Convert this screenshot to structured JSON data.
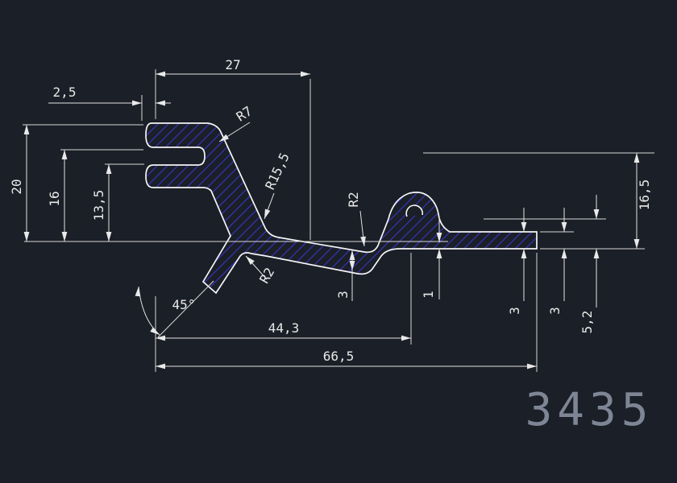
{
  "drawing": {
    "part_number": "3435",
    "dims": {
      "width_27": "27",
      "offset_2_5": "2,5",
      "radius_r7": "R7",
      "radius_r15_5": "R15,5",
      "radius_r2_hook": "R2",
      "radius_r2_notch": "R2",
      "height_20": "20",
      "height_16": "16",
      "height_13_5": "13,5",
      "angle_45": "45°",
      "width_44_3": "44,3",
      "width_66_5": "66,5",
      "thickness_3_wall": "3",
      "offset_1": "1",
      "thickness_3_bar": "3",
      "thickness_3_end": "3",
      "height_5_2": "5,2",
      "height_16_5": "16,5"
    },
    "colors": {
      "background": "#1b1f27",
      "outline": "#f5f5f5",
      "dimension": "#e3e3e3",
      "hatch": "#3434bd",
      "part_number": "#7e8695"
    }
  }
}
